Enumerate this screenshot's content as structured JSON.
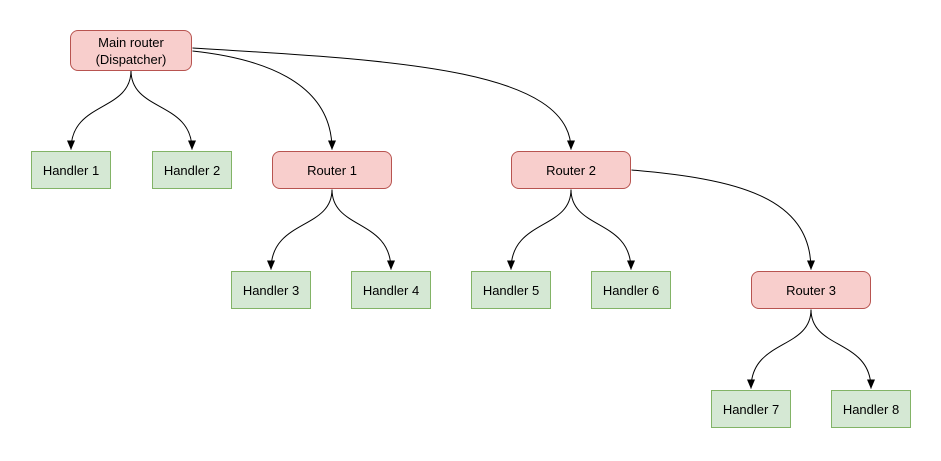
{
  "nodes": [
    {
      "id": "main-router",
      "label": "Main router\n(Dispatcher)",
      "kind": "router"
    },
    {
      "id": "handler-1",
      "label": "Handler 1",
      "kind": "handler"
    },
    {
      "id": "handler-2",
      "label": "Handler 2",
      "kind": "handler"
    },
    {
      "id": "router-1",
      "label": "Router 1",
      "kind": "router"
    },
    {
      "id": "router-2",
      "label": "Router 2",
      "kind": "router"
    },
    {
      "id": "handler-3",
      "label": "Handler 3",
      "kind": "handler"
    },
    {
      "id": "handler-4",
      "label": "Handler 4",
      "kind": "handler"
    },
    {
      "id": "handler-5",
      "label": "Handler 5",
      "kind": "handler"
    },
    {
      "id": "handler-6",
      "label": "Handler 6",
      "kind": "handler"
    },
    {
      "id": "router-3",
      "label": "Router 3",
      "kind": "router"
    },
    {
      "id": "handler-7",
      "label": "Handler 7",
      "kind": "handler"
    },
    {
      "id": "handler-8",
      "label": "Handler 8",
      "kind": "handler"
    }
  ],
  "edges": [
    {
      "from": "main-router",
      "to": "handler-1"
    },
    {
      "from": "main-router",
      "to": "handler-2"
    },
    {
      "from": "main-router",
      "to": "router-1"
    },
    {
      "from": "main-router",
      "to": "router-2"
    },
    {
      "from": "router-1",
      "to": "handler-3"
    },
    {
      "from": "router-1",
      "to": "handler-4"
    },
    {
      "from": "router-2",
      "to": "handler-5"
    },
    {
      "from": "router-2",
      "to": "handler-6"
    },
    {
      "from": "router-2",
      "to": "router-3"
    },
    {
      "from": "router-3",
      "to": "handler-7"
    },
    {
      "from": "router-3",
      "to": "handler-8"
    }
  ],
  "colors": {
    "router_fill": "#F8CECC",
    "router_border": "#B85450",
    "handler_fill": "#D5E8D4",
    "handler_border": "#82B366",
    "edge": "#000000",
    "background": "#FFFFFF",
    "text": "#000000"
  }
}
